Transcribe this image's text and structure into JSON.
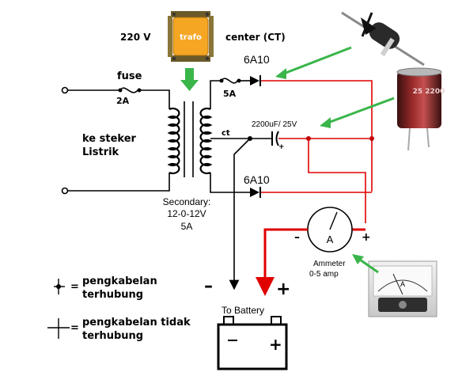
{
  "transformer": {
    "label": "trafo",
    "input_label": "220 V",
    "center_label": "center (CT)",
    "secondary_line1": "Secondary:",
    "secondary_line2": "12-0-12V",
    "secondary_line3": "5A"
  },
  "fuse_primary": {
    "title": "fuse",
    "rating": "2A"
  },
  "fuse_secondary": {
    "rating": "5A"
  },
  "plug_label": {
    "line1": "ke steker",
    "line2": "Listrik"
  },
  "diode_top": {
    "label": "6A10"
  },
  "diode_bottom": {
    "label": "6A10"
  },
  "ct_label": "ct",
  "capacitor": {
    "label": "2200uF/ 25V",
    "plus": "+",
    "photo_marking": "25 2200"
  },
  "ammeter": {
    "symbol": "A",
    "title": "Ammeter",
    "range": "0-5 amp",
    "minus": "–",
    "plus": "+"
  },
  "battery": {
    "title": "To Battery",
    "minus": "–",
    "plus": "+",
    "inner_plus": "+"
  },
  "legend": {
    "connected_line1": "pengkabelan",
    "connected_line2": "terhubung",
    "not_connected_line1": "pengkabelan tidak",
    "not_connected_line2": "terhubung",
    "equals": "="
  },
  "meter_photo": {
    "symbol": "A"
  },
  "colors": {
    "wire": "#000000",
    "positive_wire": "#e00000",
    "pointer_arrow": "#3ab54a",
    "transformer_body": "#f5a623",
    "transformer_core": "#6b5a2a",
    "down_arrow": "#3ab54a"
  },
  "icons": [
    "transformer-icon",
    "diode-photo-icon",
    "capacitor-photo-icon",
    "ammeter-photo-icon",
    "down-arrow-icon",
    "pointer-arrow-icon"
  ]
}
